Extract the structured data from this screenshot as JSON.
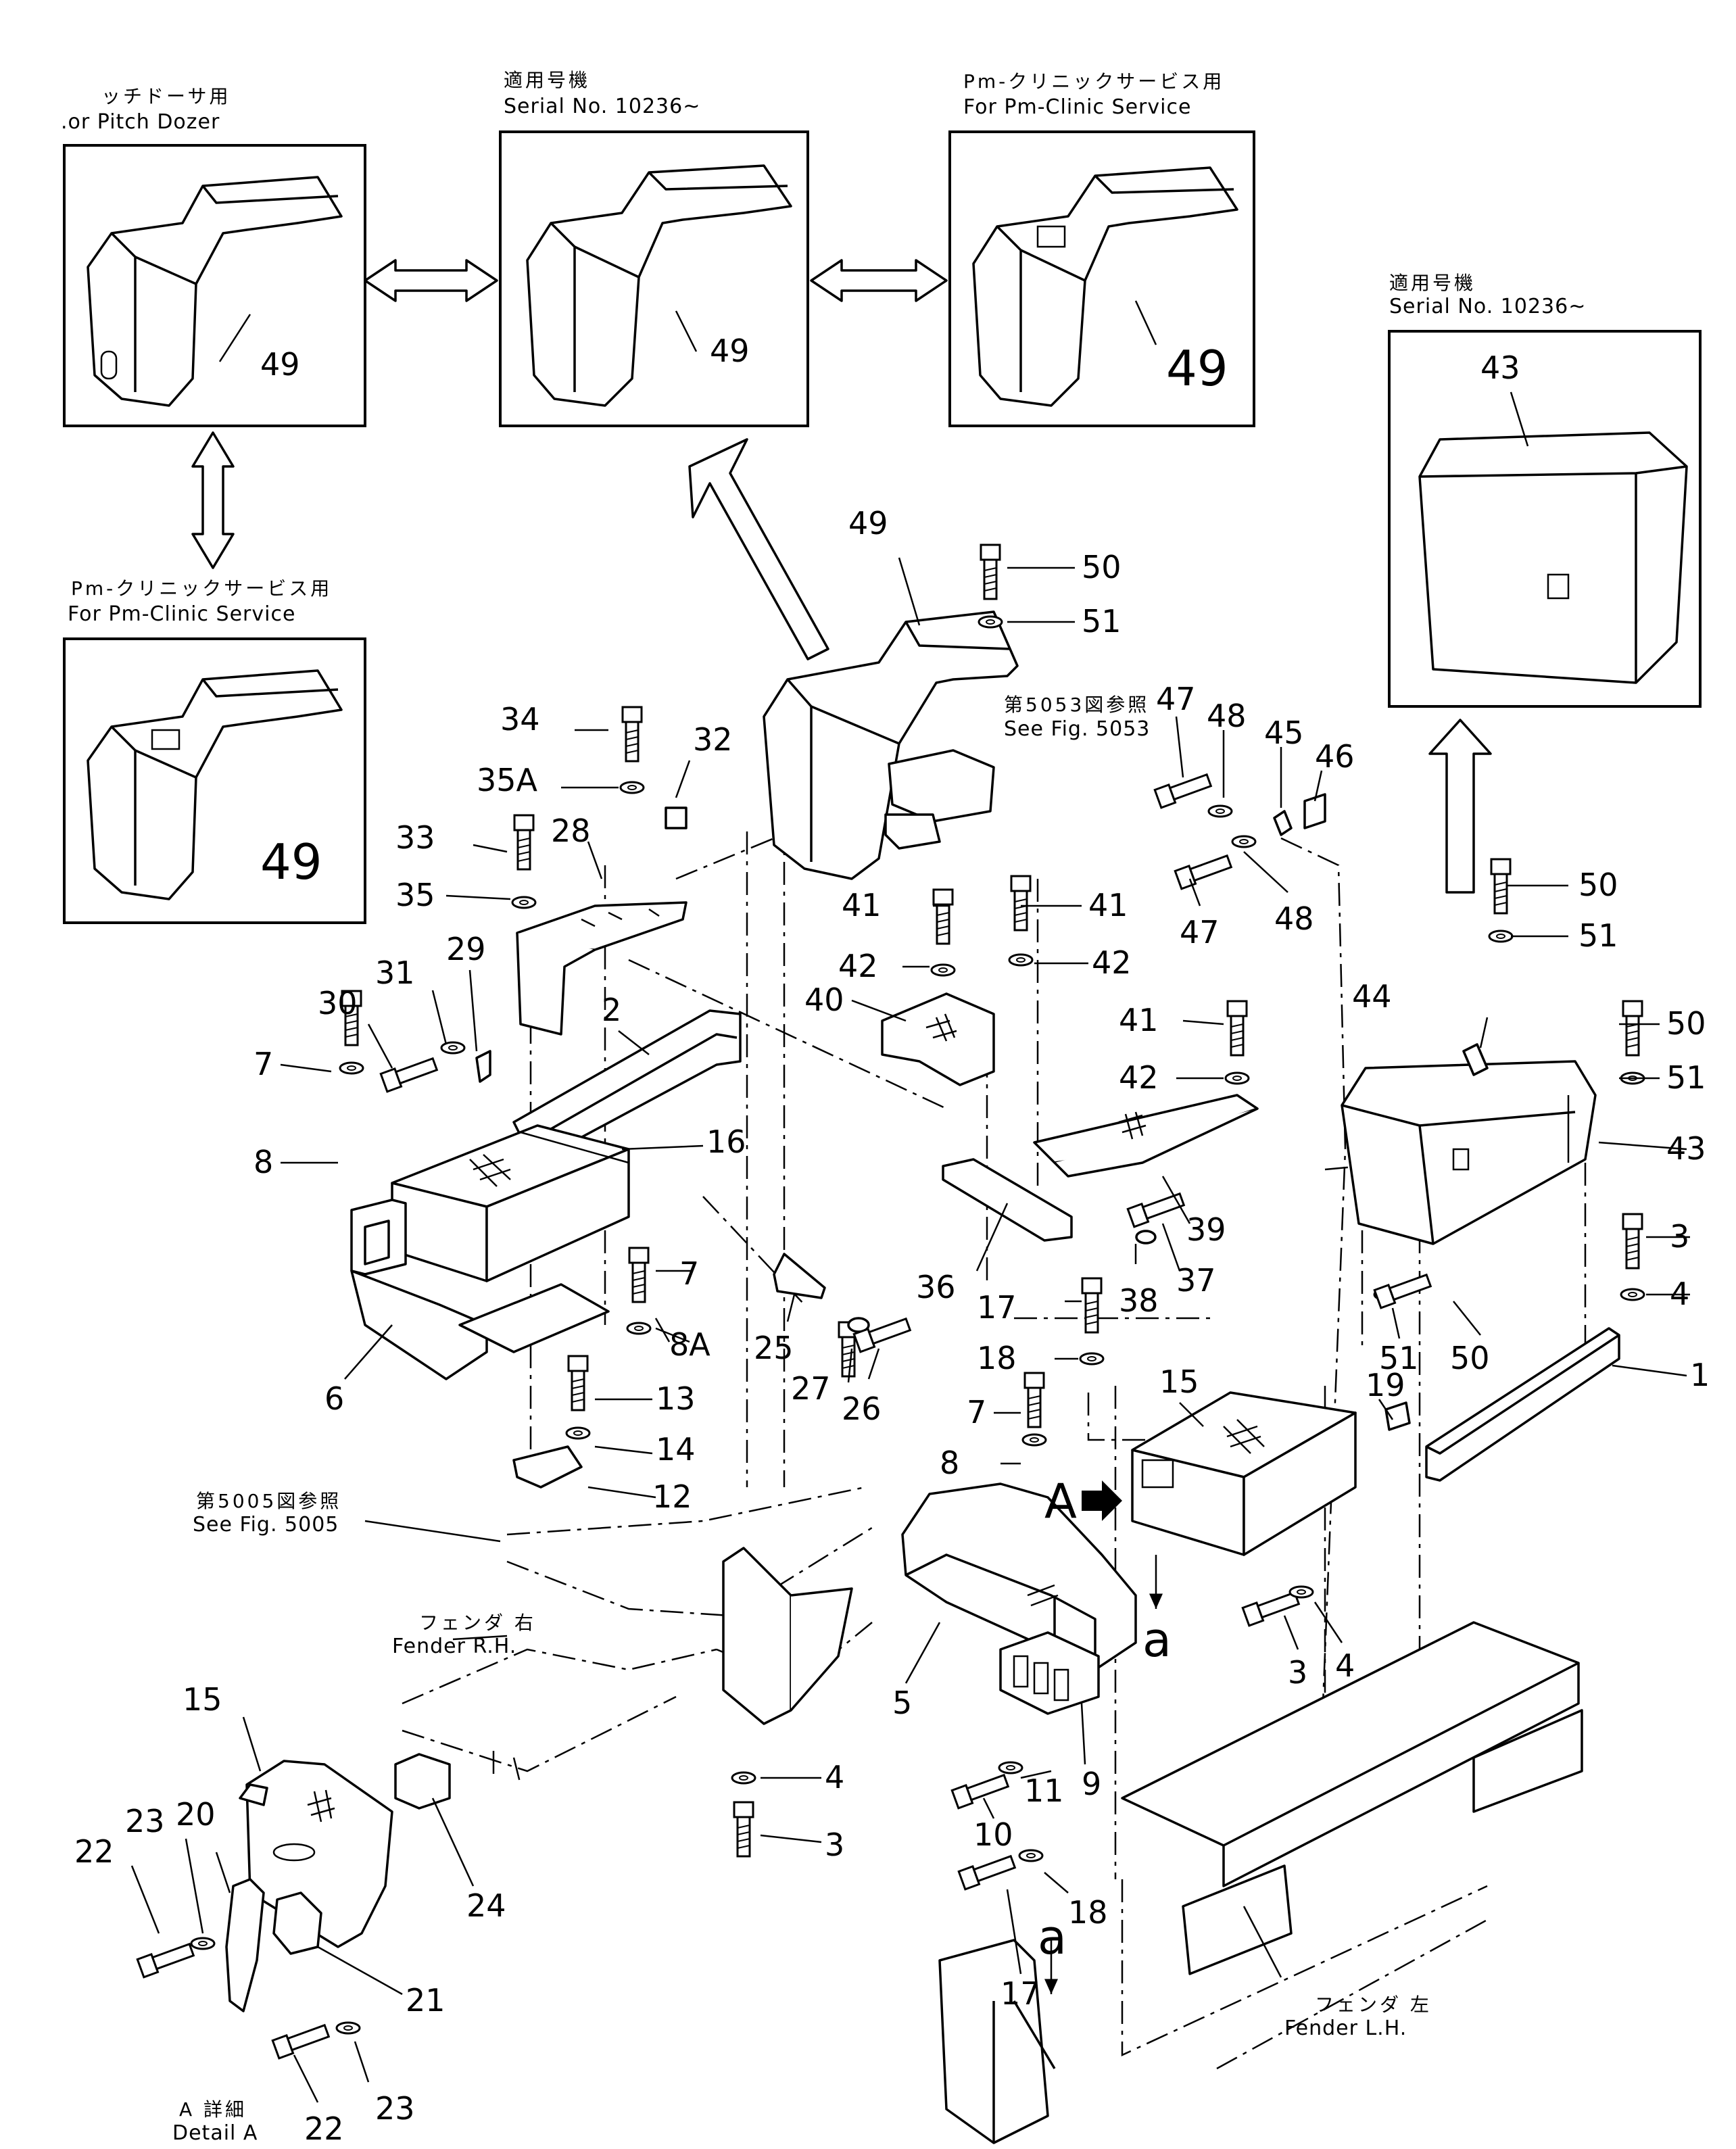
{
  "header_notes": {
    "pitch_dozer_jp": "ッチドーサ用",
    "pitch_dozer_en": ".or Pitch Dozer",
    "serial_top_jp": "適用号機",
    "serial_top_en": "Serial No. 10236~",
    "pm_top_jp": "Pm-クリニックサービス用",
    "pm_top_en": "For Pm-Clinic Service",
    "serial_right_jp": "適用号機",
    "serial_right_en": "Serial No. 10236~",
    "pm_left_jp": "Pm-クリニックサービス用",
    "pm_left_en": "For Pm-Clinic Service"
  },
  "references": {
    "fig5053_jp": "第5053図参照",
    "fig5053_en": "See Fig. 5053",
    "fig5005_jp": "第5005図参照",
    "fig5005_en": "See Fig. 5005",
    "fender_rh_jp": "フェンダ 右",
    "fender_rh_en": "Fender R.H.",
    "fender_lh_jp": "フェンダ 左",
    "fender_lh_en": "Fender L.H.",
    "detail_jp": "A 詳細",
    "detail_en": "Detail A"
  },
  "view_letters": {
    "a_arrow": "A",
    "a_lower_1": "a",
    "a_lower_2": "a"
  },
  "callouts": {
    "c49_box1": "49",
    "c49_box2": "49",
    "c49_box3": "49",
    "c49_box4": "49",
    "c43_box": "43",
    "c49_main": "49",
    "c50_a": "50",
    "c51_a": "51",
    "c34": "34",
    "c32": "32",
    "c35A": "35A",
    "c33": "33",
    "c28": "28",
    "c35": "35",
    "c29": "29",
    "c31": "31",
    "c30": "30",
    "c2": "2",
    "c7_a": "7",
    "c8_a": "8",
    "c16": "16",
    "c6": "6",
    "c41_a": "41",
    "c41_b": "41",
    "c42_a": "42",
    "c42_b": "42",
    "c40": "40",
    "c47_a": "47",
    "c48_a": "48",
    "c45": "45",
    "c46": "46",
    "c47_b": "47",
    "c48_b": "48",
    "c41_c": "41",
    "c42_c": "42",
    "c39": "39",
    "c36": "36",
    "c38": "38",
    "c37": "37",
    "c50_b": "50",
    "c51_b": "51",
    "c44": "44",
    "c50_c": "50",
    "c51_c": "51",
    "c43": "43",
    "c3_a": "3",
    "c4_a": "4",
    "c1": "1",
    "c50_d": "50",
    "c51_d": "51",
    "c19": "19",
    "c15_a": "15",
    "c17_a": "17",
    "c18_a": "18",
    "c7_b": "7",
    "c7_c": "7",
    "c8_b": "8",
    "c8A": "8A",
    "c25": "25",
    "c27": "27",
    "c26": "26",
    "c13": "13",
    "c14": "14",
    "c12": "12",
    "c3_b": "3",
    "c4_b": "4",
    "c5": "5",
    "c9": "9",
    "c11": "11",
    "c10": "10",
    "c17_b": "17",
    "c18_b": "18",
    "c4_c": "4",
    "c3_c": "3",
    "c15_b": "15",
    "c24": "24",
    "c22_a": "22",
    "c23_a": "23",
    "c20": "20",
    "c21": "21",
    "c22_b": "22",
    "c23_b": "23"
  }
}
